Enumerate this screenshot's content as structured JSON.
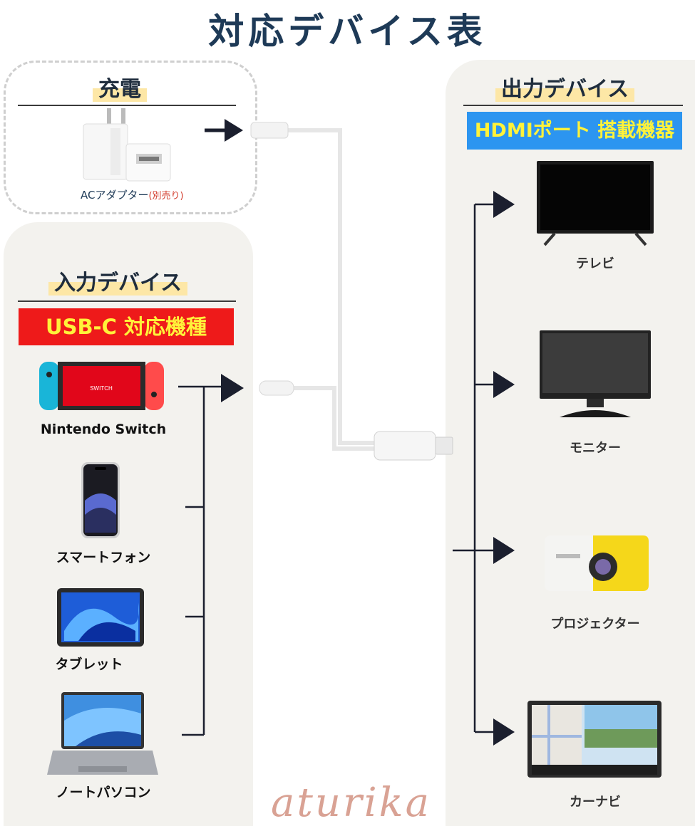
{
  "page": {
    "title": "対応デバイス表"
  },
  "charging": {
    "heading": "充電",
    "adapter_label": "ACアダプター",
    "adapter_note": "(別売り)"
  },
  "input": {
    "heading": "入力デバイス",
    "badge": "USB-C 対応機種",
    "devices": [
      {
        "label": "Nintendo Switch",
        "icon": "game-console-icon"
      },
      {
        "label": "スマートフォン",
        "icon": "smartphone-icon"
      },
      {
        "label": "タブレット",
        "icon": "tablet-icon"
      },
      {
        "label": "ノートパソコン",
        "icon": "laptop-icon"
      }
    ]
  },
  "output": {
    "heading": "出力デバイス",
    "badge": "HDMIポート 搭載機器",
    "devices": [
      {
        "label": "テレビ",
        "icon": "tv-icon"
      },
      {
        "label": "モニター",
        "icon": "monitor-icon"
      },
      {
        "label": "プロジェクター",
        "icon": "projector-icon"
      },
      {
        "label": "カーナビ",
        "icon": "car-navigation-icon"
      }
    ]
  },
  "watermark": "aturika",
  "colors": {
    "title": "#1e3a57",
    "arrow": "#1b1f2e",
    "panel_bg": "#f3f2ee",
    "highlight": "#fde7a6",
    "usb_badge_bg": "#ee1a1a",
    "hdmi_badge_bg": "#2c95f0",
    "badge_text": "#fff23a",
    "cable": "#e6e6e6"
  }
}
